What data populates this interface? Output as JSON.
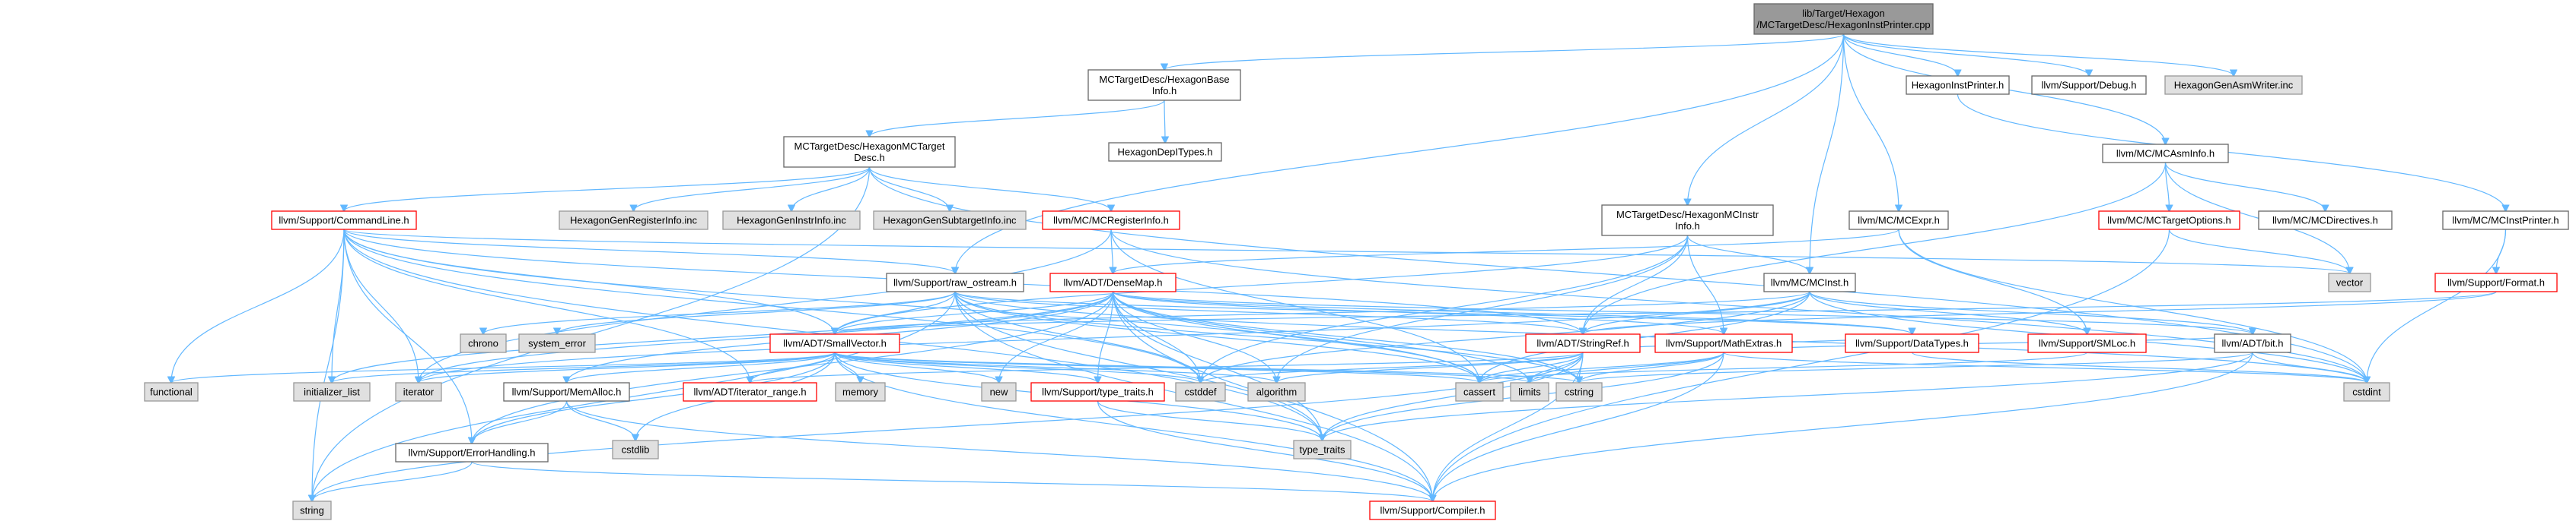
{
  "colors": {
    "root_fill": "#999999",
    "root_border": "#666666",
    "file_fill": "#ffffff",
    "file_border": "#666666",
    "incomplete_fill": "#ffffff",
    "incomplete_border": "#ff0000",
    "external_fill": "#e0e0e0",
    "external_border": "#999999",
    "edge": "#63b8ff"
  },
  "nodes": [
    {
      "id": "root",
      "kind": "root",
      "lines": [
        "lib/Target/Hexagon",
        "/MCTargetDesc/HexagonInstPrinter.cpp"
      ]
    },
    {
      "id": "hexbaseinfo",
      "kind": "file",
      "lines": [
        "MCTargetDesc/HexagonBase",
        "Info.h"
      ]
    },
    {
      "id": "hexinstprinter",
      "kind": "file",
      "lines": [
        "HexagonInstPrinter.h"
      ]
    },
    {
      "id": "debug",
      "kind": "file",
      "lines": [
        "llvm/Support/Debug.h"
      ]
    },
    {
      "id": "asmwriter",
      "kind": "external",
      "lines": [
        "HexagonGenAsmWriter.inc"
      ]
    },
    {
      "id": "hexmctarget",
      "kind": "file",
      "lines": [
        "MCTargetDesc/HexagonMCTarget",
        "Desc.h"
      ]
    },
    {
      "id": "hexdepitypes",
      "kind": "file",
      "lines": [
        "HexagonDepITypes.h"
      ]
    },
    {
      "id": "mcasminfo",
      "kind": "file",
      "lines": [
        "llvm/MC/MCAsmInfo.h"
      ]
    },
    {
      "id": "commandline",
      "kind": "incomplete",
      "lines": [
        "llvm/Support/CommandLine.h"
      ]
    },
    {
      "id": "genreginfo",
      "kind": "external",
      "lines": [
        "HexagonGenRegisterInfo.inc"
      ]
    },
    {
      "id": "geninstrinfo",
      "kind": "external",
      "lines": [
        "HexagonGenInstrInfo.inc"
      ]
    },
    {
      "id": "gensubtarget",
      "kind": "external",
      "lines": [
        "HexagonGenSubtargetInfo.inc"
      ]
    },
    {
      "id": "mcreginfo",
      "kind": "incomplete",
      "lines": [
        "llvm/MC/MCRegisterInfo.h"
      ]
    },
    {
      "id": "hexmcinstrinfo",
      "kind": "file",
      "lines": [
        "MCTargetDesc/HexagonMCInstr",
        "Info.h"
      ]
    },
    {
      "id": "mcexpr",
      "kind": "file",
      "lines": [
        "llvm/MC/MCExpr.h"
      ]
    },
    {
      "id": "mctargetoptions",
      "kind": "incomplete",
      "lines": [
        "llvm/MC/MCTargetOptions.h"
      ]
    },
    {
      "id": "mcdirectives",
      "kind": "file",
      "lines": [
        "llvm/MC/MCDirectives.h"
      ]
    },
    {
      "id": "mcinstprinter",
      "kind": "file",
      "lines": [
        "llvm/MC/MCInstPrinter.h"
      ]
    },
    {
      "id": "rawostream",
      "kind": "file",
      "lines": [
        "llvm/Support/raw_ostream.h"
      ]
    },
    {
      "id": "densemap",
      "kind": "incomplete",
      "lines": [
        "llvm/ADT/DenseMap.h"
      ]
    },
    {
      "id": "mcinst",
      "kind": "file",
      "lines": [
        "llvm/MC/MCInst.h"
      ]
    },
    {
      "id": "vector",
      "kind": "external",
      "lines": [
        "vector"
      ]
    },
    {
      "id": "format",
      "kind": "incomplete",
      "lines": [
        "llvm/Support/Format.h"
      ]
    },
    {
      "id": "chrono",
      "kind": "external",
      "lines": [
        "chrono"
      ]
    },
    {
      "id": "systemerror",
      "kind": "external",
      "lines": [
        "system_error"
      ]
    },
    {
      "id": "smallvector",
      "kind": "incomplete",
      "lines": [
        "llvm/ADT/SmallVector.h"
      ]
    },
    {
      "id": "stringref",
      "kind": "incomplete",
      "lines": [
        "llvm/ADT/StringRef.h"
      ]
    },
    {
      "id": "mathextras",
      "kind": "incomplete",
      "lines": [
        "llvm/Support/MathExtras.h"
      ]
    },
    {
      "id": "datatypes",
      "kind": "incomplete",
      "lines": [
        "llvm/Support/DataTypes.h"
      ]
    },
    {
      "id": "smloc",
      "kind": "incomplete",
      "lines": [
        "llvm/Support/SMLoc.h"
      ]
    },
    {
      "id": "adtbit",
      "kind": "file",
      "lines": [
        "llvm/ADT/bit.h"
      ]
    },
    {
      "id": "functional",
      "kind": "external",
      "lines": [
        "functional"
      ]
    },
    {
      "id": "initializerlist",
      "kind": "external",
      "lines": [
        "initializer_list"
      ]
    },
    {
      "id": "iterator",
      "kind": "external",
      "lines": [
        "iterator"
      ]
    },
    {
      "id": "memalloc",
      "kind": "file",
      "lines": [
        "llvm/Support/MemAlloc.h"
      ]
    },
    {
      "id": "iteratorrange",
      "kind": "incomplete",
      "lines": [
        "llvm/ADT/iterator_range.h"
      ]
    },
    {
      "id": "memory",
      "kind": "external",
      "lines": [
        "memory"
      ]
    },
    {
      "id": "new",
      "kind": "external",
      "lines": [
        "new"
      ]
    },
    {
      "id": "typetraitsh",
      "kind": "incomplete",
      "lines": [
        "llvm/Support/type_traits.h"
      ]
    },
    {
      "id": "cstddef",
      "kind": "external",
      "lines": [
        "cstddef"
      ]
    },
    {
      "id": "algorithm",
      "kind": "external",
      "lines": [
        "algorithm"
      ]
    },
    {
      "id": "cassert",
      "kind": "external",
      "lines": [
        "cassert"
      ]
    },
    {
      "id": "limits",
      "kind": "external",
      "lines": [
        "limits"
      ]
    },
    {
      "id": "cstring",
      "kind": "external",
      "lines": [
        "cstring"
      ]
    },
    {
      "id": "cstdint",
      "kind": "external",
      "lines": [
        "cstdint"
      ]
    },
    {
      "id": "cstdlib",
      "kind": "external",
      "lines": [
        "cstdlib"
      ]
    },
    {
      "id": "typetraits",
      "kind": "external",
      "lines": [
        "type_traits"
      ]
    },
    {
      "id": "errorhandling",
      "kind": "file",
      "lines": [
        "llvm/Support/ErrorHandling.h"
      ]
    },
    {
      "id": "string",
      "kind": "external",
      "lines": [
        "string"
      ]
    },
    {
      "id": "compiler",
      "kind": "incomplete",
      "lines": [
        "llvm/Support/Compiler.h"
      ]
    }
  ],
  "edges": [
    [
      "root",
      "hexbaseinfo"
    ],
    [
      "root",
      "hexinstprinter"
    ],
    [
      "root",
      "debug"
    ],
    [
      "root",
      "asmwriter"
    ],
    [
      "root",
      "mcasminfo"
    ],
    [
      "root",
      "hexmcinstrinfo"
    ],
    [
      "root",
      "mcexpr"
    ],
    [
      "root",
      "mcinst"
    ],
    [
      "root",
      "rawostream"
    ],
    [
      "hexbaseinfo",
      "hexmctarget"
    ],
    [
      "hexbaseinfo",
      "hexdepitypes"
    ],
    [
      "hexinstprinter",
      "mcinstprinter"
    ],
    [
      "hexmctarget",
      "commandline"
    ],
    [
      "hexmctarget",
      "genreginfo"
    ],
    [
      "hexmctarget",
      "geninstrinfo"
    ],
    [
      "hexmctarget",
      "gensubtarget"
    ],
    [
      "hexmctarget",
      "mcreginfo"
    ],
    [
      "hexmctarget",
      "cstdint"
    ],
    [
      "hexmctarget",
      "string"
    ],
    [
      "mcasminfo",
      "mctargetoptions"
    ],
    [
      "mcasminfo",
      "mcdirectives"
    ],
    [
      "mcasminfo",
      "vector"
    ],
    [
      "mcasminfo",
      "stringref"
    ],
    [
      "mctargetoptions",
      "vector"
    ],
    [
      "mctargetoptions",
      "compiler"
    ],
    [
      "mcinstprinter",
      "format"
    ],
    [
      "mcinstprinter",
      "cstdint"
    ],
    [
      "format",
      "smallvector"
    ],
    [
      "format",
      "stringref"
    ],
    [
      "commandline",
      "rawostream"
    ],
    [
      "commandline",
      "smallvector"
    ],
    [
      "commandline",
      "stringref"
    ],
    [
      "commandline",
      "functional"
    ],
    [
      "commandline",
      "initializerlist"
    ],
    [
      "commandline",
      "iterator"
    ],
    [
      "commandline",
      "iteratorrange"
    ],
    [
      "commandline",
      "errorhandling"
    ],
    [
      "commandline",
      "typetraits"
    ],
    [
      "commandline",
      "string"
    ],
    [
      "commandline",
      "cassert"
    ],
    [
      "commandline",
      "cstddef"
    ],
    [
      "commandline",
      "vector"
    ],
    [
      "mcreginfo",
      "densemap"
    ],
    [
      "mcreginfo",
      "iterator"
    ],
    [
      "mcreginfo",
      "mclaneplaceholder"
    ],
    [
      "mcreginfo",
      "cassert"
    ],
    [
      "mcreginfo",
      "cstdint"
    ],
    [
      "hexmcinstrinfo",
      "mcinst"
    ],
    [
      "hexmcinstrinfo",
      "mathextras"
    ],
    [
      "hexmcinstrinfo",
      "stringref"
    ],
    [
      "hexmcinstrinfo",
      "smallvector"
    ],
    [
      "hexmcinstrinfo",
      "algorithm"
    ],
    [
      "hexmcinstrinfo",
      "cstddef"
    ],
    [
      "mcexpr",
      "densemap"
    ],
    [
      "mcexpr",
      "smloc"
    ],
    [
      "mcexpr",
      "cstdint"
    ],
    [
      "mcinst",
      "smallvector"
    ],
    [
      "mcinst",
      "stringref"
    ],
    [
      "mcinst",
      "smloc"
    ],
    [
      "mcinst",
      "adtbit"
    ],
    [
      "mcinst",
      "cassert"
    ],
    [
      "mcinst",
      "cstddef"
    ],
    [
      "mcinst",
      "cstdint"
    ],
    [
      "mcinst",
      "iterator"
    ],
    [
      "rawostream",
      "smallvector"
    ],
    [
      "rawostream",
      "stringref"
    ],
    [
      "rawostream",
      "datatypes"
    ],
    [
      "rawostream",
      "chrono"
    ],
    [
      "rawostream",
      "systemerror"
    ],
    [
      "rawostream",
      "cassert"
    ],
    [
      "rawostream",
      "cstddef"
    ],
    [
      "rawostream",
      "cstdint"
    ],
    [
      "rawostream",
      "cstring"
    ],
    [
      "rawostream",
      "string"
    ],
    [
      "rawostream",
      "typetraits"
    ],
    [
      "rawostream",
      "compiler"
    ],
    [
      "densemap",
      "smallvector"
    ],
    [
      "densemap",
      "mathextras"
    ],
    [
      "densemap",
      "compiler"
    ],
    [
      "densemap",
      "typetraitsh"
    ],
    [
      "densemap",
      "algorithm"
    ],
    [
      "densemap",
      "cassert"
    ],
    [
      "densemap",
      "cstddef"
    ],
    [
      "densemap",
      "cstring"
    ],
    [
      "densemap",
      "initializerlist"
    ],
    [
      "densemap",
      "iterator"
    ],
    [
      "densemap",
      "new"
    ],
    [
      "densemap",
      "typetraits"
    ],
    [
      "densemap",
      "limits"
    ],
    [
      "densemap",
      "memalloc"
    ],
    [
      "densemap",
      "adtbit"
    ],
    [
      "densemap",
      "errorhandling"
    ],
    [
      "densemap",
      "datatypes"
    ],
    [
      "smallvector",
      "compiler"
    ],
    [
      "smallvector",
      "typetraitsh"
    ],
    [
      "smallvector",
      "algorithm"
    ],
    [
      "smallvector",
      "cassert"
    ],
    [
      "smallvector",
      "cstddef"
    ],
    [
      "smallvector",
      "cstdlib"
    ],
    [
      "smallvector",
      "cstring"
    ],
    [
      "smallvector",
      "functional"
    ],
    [
      "smallvector",
      "initializerlist"
    ],
    [
      "smallvector",
      "iterator"
    ],
    [
      "smallvector",
      "limits"
    ],
    [
      "smallvector",
      "memory"
    ],
    [
      "smallvector",
      "new"
    ],
    [
      "smallvector",
      "typetraits"
    ],
    [
      "smallvector",
      "utility"
    ],
    [
      "smallvector",
      "iteratorrange"
    ],
    [
      "smallvector",
      "memalloc"
    ],
    [
      "smallvector",
      "errorhandling"
    ],
    [
      "stringref",
      "datatypes"
    ],
    [
      "stringref",
      "iteratorrange"
    ],
    [
      "stringref",
      "compiler"
    ],
    [
      "stringref",
      "algorithm"
    ],
    [
      "stringref",
      "cassert"
    ],
    [
      "stringref",
      "cstddef"
    ],
    [
      "stringref",
      "cstring"
    ],
    [
      "stringref",
      "limits"
    ],
    [
      "stringref",
      "string"
    ],
    [
      "stringref",
      "typetraits"
    ],
    [
      "mathextras",
      "compiler"
    ],
    [
      "mathextras",
      "cassert"
    ],
    [
      "mathextras",
      "limits"
    ],
    [
      "mathextras",
      "typetraits"
    ],
    [
      "mathextras",
      "cstdint"
    ],
    [
      "mathextras",
      "cstring"
    ],
    [
      "mathextras",
      "adtbit"
    ],
    [
      "datatypes",
      "cstdint"
    ],
    [
      "adtbit",
      "compiler"
    ],
    [
      "adtbit",
      "cstdint"
    ],
    [
      "adtbit",
      "typetraits"
    ],
    [
      "adtbit",
      "cstring"
    ],
    [
      "memalloc",
      "compiler"
    ],
    [
      "memalloc",
      "errorhandling"
    ],
    [
      "memalloc",
      "cstdlib"
    ],
    [
      "typetraitsh",
      "compiler"
    ],
    [
      "typetraitsh",
      "typetraits"
    ],
    [
      "errorhandling",
      "compiler"
    ],
    [
      "errorhandling",
      "string"
    ],
    [
      "smloc",
      "cassert"
    ]
  ]
}
